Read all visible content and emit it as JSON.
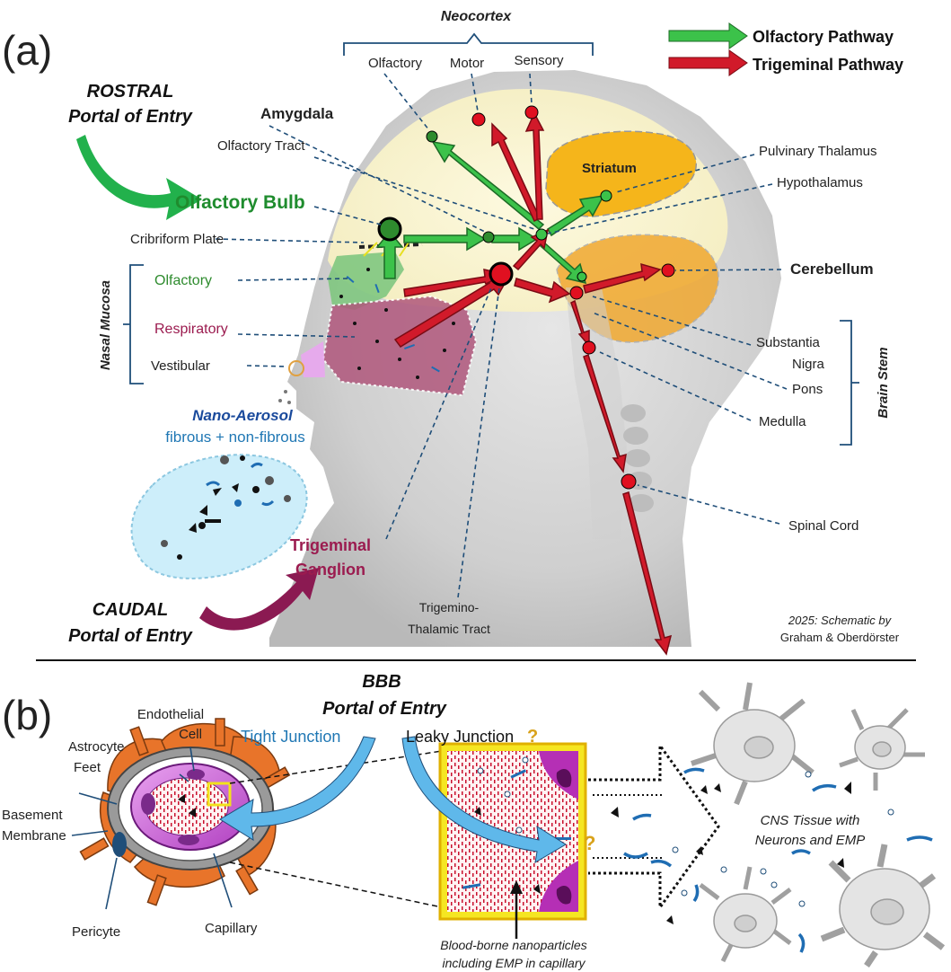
{
  "panel_a": {
    "label": "(a)",
    "neocortex": "Neocortex",
    "neo_olfactory": "Olfactory",
    "neo_motor": "Motor",
    "neo_sensory": "Sensory",
    "legend_olfactory": "Olfactory Pathway",
    "legend_trigeminal": "Trigeminal Pathway",
    "rostral_line1": "ROSTRAL",
    "rostral_line2": "Portal of Entry",
    "amygdala": "Amygdala",
    "olfactory_tract": "Olfactory Tract",
    "olfactory_bulb": "Olfactory Bulb",
    "cribriform_plate": "Cribriform Plate",
    "nasal_mucosa": "Nasal Mucosa",
    "mucosa_olfactory": "Olfactory",
    "mucosa_respiratory": "Respiratory",
    "mucosa_vestibular": "Vestibular",
    "nano_aerosol": "Nano-Aerosol",
    "fibrous": "fibrous +  non-fibrous",
    "striatum": "Striatum",
    "pulvinary_thalamus": "Pulvinary Thalamus",
    "hypothalamus": "Hypothalamus",
    "cerebellum": "Cerebellum",
    "substantia_line1": "Substantia",
    "substantia_line2": "Nigra",
    "pons": "Pons",
    "medulla": "Medulla",
    "brain_stem": "Brain Stem",
    "spinal_cord": "Spinal Cord",
    "trigeminal_line1": "Trigeminal",
    "trigeminal_line2": "Ganglion",
    "trigemino_line1": "Trigemino-",
    "trigemino_line2": "Thalamic Tract",
    "caudal_line1": "CAUDAL",
    "caudal_line2": "Portal of Entry",
    "credit_line1": "2025: Schematic by",
    "credit_line2": "Graham & Oberdörster"
  },
  "panel_b": {
    "label": "(b)",
    "bbb_line1": "BBB",
    "bbb_line2": "Portal of Entry",
    "endothelial_line1": "Endothelial",
    "endothelial_line2": "Cell",
    "tight_junction": "Tight Junction",
    "leaky_junction": "Leaky Junction",
    "question_mark": "?",
    "astrocyte_line1": "Astrocyte",
    "astrocyte_line2": "Feet",
    "basement_line1": "Basement",
    "basement_line2": "Membrane",
    "pericyte": "Pericyte",
    "capillary": "Capillary",
    "cns_line1": "CNS Tissue with",
    "cns_line2": "Neurons and EMP",
    "blood_line1": "Blood-borne nanoparticles",
    "blood_line2": "including EMP in capillary"
  },
  "colors": {
    "olfactory_green": "#2db34a",
    "trigeminal_red": "#c8102e",
    "leader_blue": "#1f4e79",
    "bulb_green": "#2e8b2e",
    "respiratory_maroon": "#9b1b4f",
    "aerosol_blue": "#1a4a9c",
    "astrocyte_orange": "#e8742a"
  }
}
